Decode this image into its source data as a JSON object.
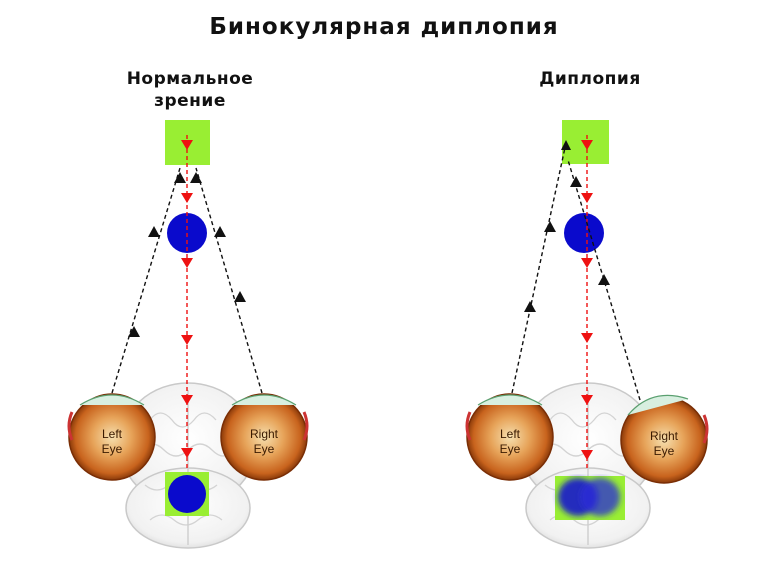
{
  "title": "Бинокулярная диплопия",
  "panels": [
    {
      "title_line1": "Нормальное",
      "title_line2": "зрение",
      "left_eye_line1": "Left",
      "left_eye_line2": "Eye",
      "right_eye_line1": "Right",
      "right_eye_line2": "Eye"
    },
    {
      "title": "Диплопия",
      "left_eye_line1": "Left",
      "left_eye_line2": "Eye",
      "right_eye_line1": "Right",
      "right_eye_line2": "Eye"
    }
  ],
  "colors": {
    "square": "#99ee33",
    "circle": "#0a0acc",
    "arrow_red": "#ee1111",
    "arrow_black": "#111111",
    "eye": "#d9822b"
  }
}
